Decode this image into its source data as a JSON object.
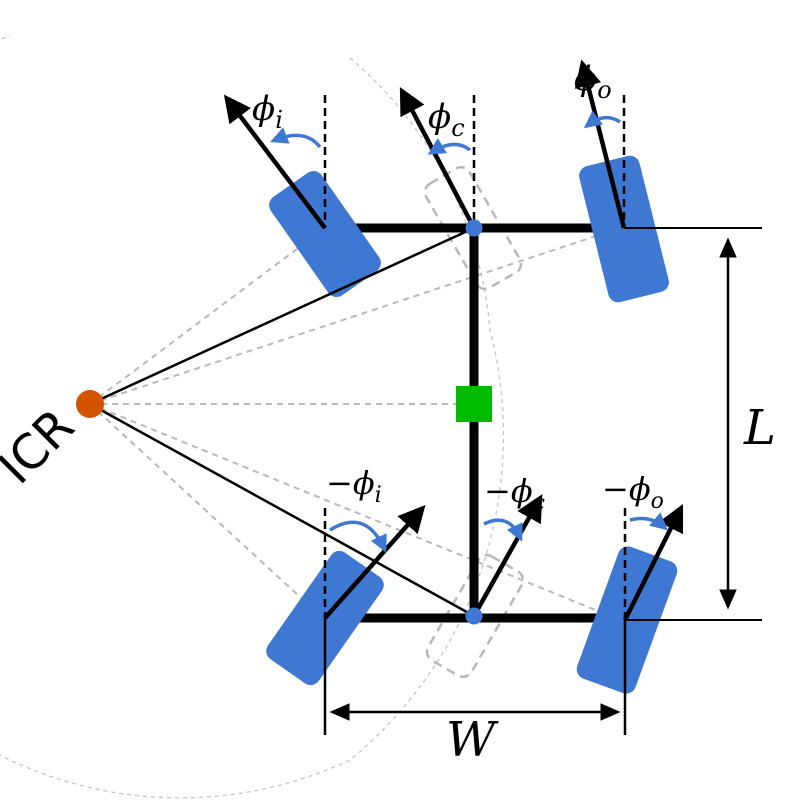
{
  "labels": {
    "icr": "ICR",
    "phi_i": "ϕ",
    "phi_i_sub": "i",
    "phi_c": "ϕ",
    "phi_c_sub": "c",
    "phi_o": "ϕ",
    "phi_o_sub": "o",
    "neg_phi_i": "−ϕ",
    "neg_phi_i_sub": "i",
    "neg_phi_c": "−ϕ",
    "neg_phi_c_sub": "c",
    "neg_phi_o": "−ϕ",
    "neg_phi_o_sub": "o",
    "length": "L",
    "width": "W"
  },
  "colors": {
    "wheel": "#3f78d3",
    "arc": "#3f78d3",
    "icr_point": "#d35400",
    "center_marker": "#00bb00",
    "ghost_wheel": "#b8b8b8",
    "guide": "#b8b8b8",
    "frame": "#000000"
  }
}
